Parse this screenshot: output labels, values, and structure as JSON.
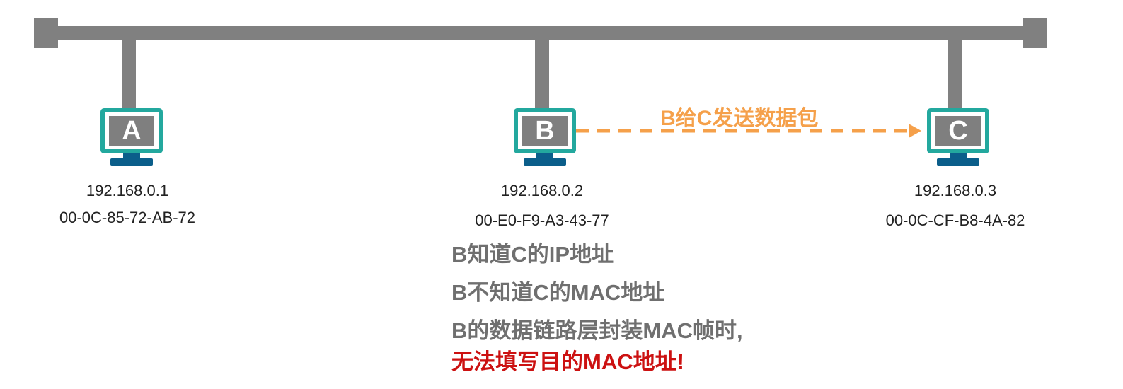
{
  "hosts": [
    {
      "letter": "A",
      "ip": "192.168.0.1",
      "mac": "00-0C-85-72-AB-72"
    },
    {
      "letter": "B",
      "ip": "192.168.0.2",
      "mac": "00-E0-F9-A3-43-77"
    },
    {
      "letter": "C",
      "ip": "192.168.0.3",
      "mac": "00-0C-CF-B8-4A-82"
    }
  ],
  "arrow": {
    "label": "B给C发送数据包",
    "color": "#f5a04a"
  },
  "notes": [
    "B知道C的IP地址",
    "B不知道C的MAC地址",
    "B的数据链路层封装MAC帧时,",
    "无法填写目的MAC地址!"
  ],
  "colors": {
    "bus": "#808080",
    "monitor_frame": "#23a89e",
    "monitor_stand": "#0b5e8a",
    "note_text": "#6f6f6f",
    "warning_text": "#cc1111"
  }
}
